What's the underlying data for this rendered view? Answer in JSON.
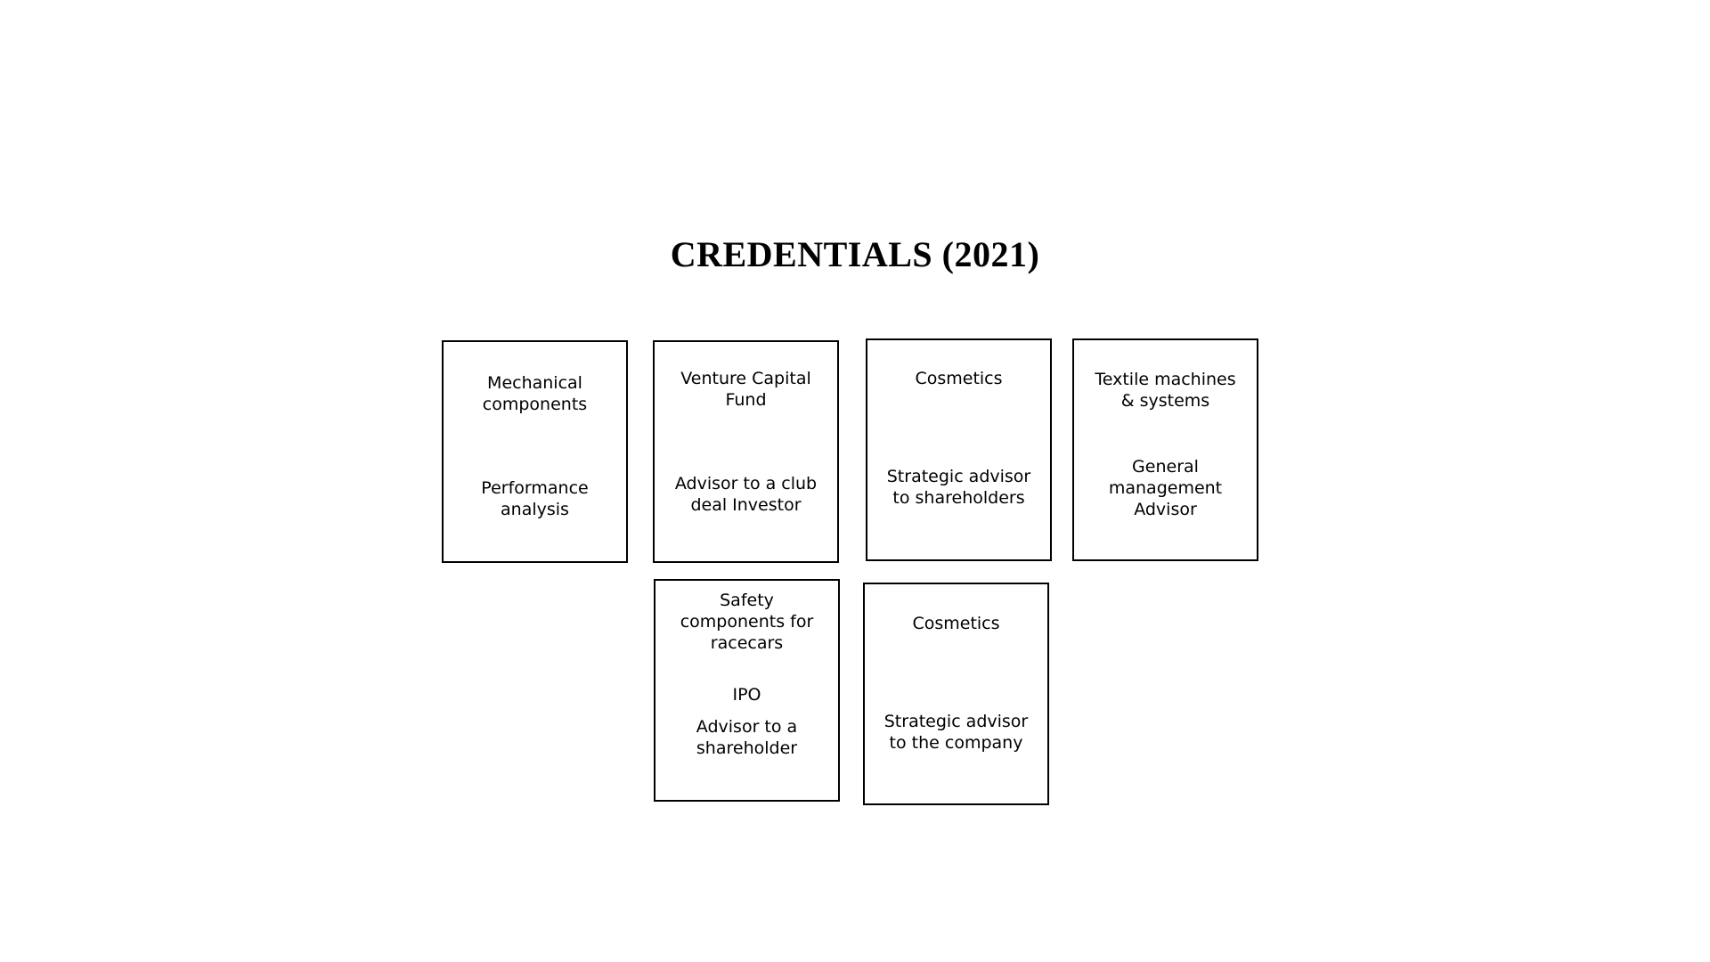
{
  "title": "CREDENTIALS (2021)",
  "cards": [
    {
      "sector": "Mechanical\ncomponents",
      "role": "Performance\nanalysis"
    },
    {
      "sector": "Venture Capital\nFund",
      "role": "Advisor to a club\ndeal Investor"
    },
    {
      "sector": "Cosmetics",
      "role": "Strategic advisor\nto shareholders"
    },
    {
      "sector": "Textile machines\n& systems",
      "role": "General\nmanagement\nAdvisor"
    },
    {
      "sector": "Safety\ncomponents for\nracecars",
      "deal": "IPO",
      "role": "Advisor to a\nshareholder"
    },
    {
      "sector": "Cosmetics",
      "role": "Strategic advisor\nto the company"
    }
  ]
}
